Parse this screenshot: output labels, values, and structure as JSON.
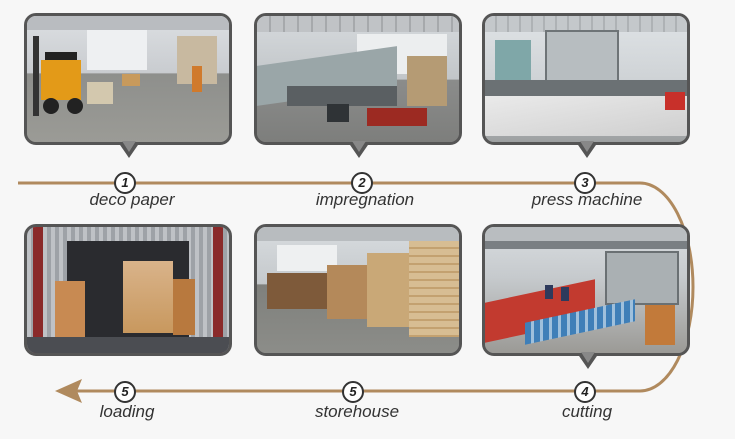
{
  "steps": [
    {
      "number": "1",
      "label": "deco paper"
    },
    {
      "number": "2",
      "label": "impregnation"
    },
    {
      "number": "3",
      "label": "press machine"
    },
    {
      "number": "4",
      "label": "cutting"
    },
    {
      "number": "5",
      "label": "storehouse"
    },
    {
      "number": "5",
      "label": "loading"
    }
  ],
  "colors": {
    "flow_line": "#b08a5e",
    "photo_border": "#555555",
    "badge_border": "#333333"
  }
}
